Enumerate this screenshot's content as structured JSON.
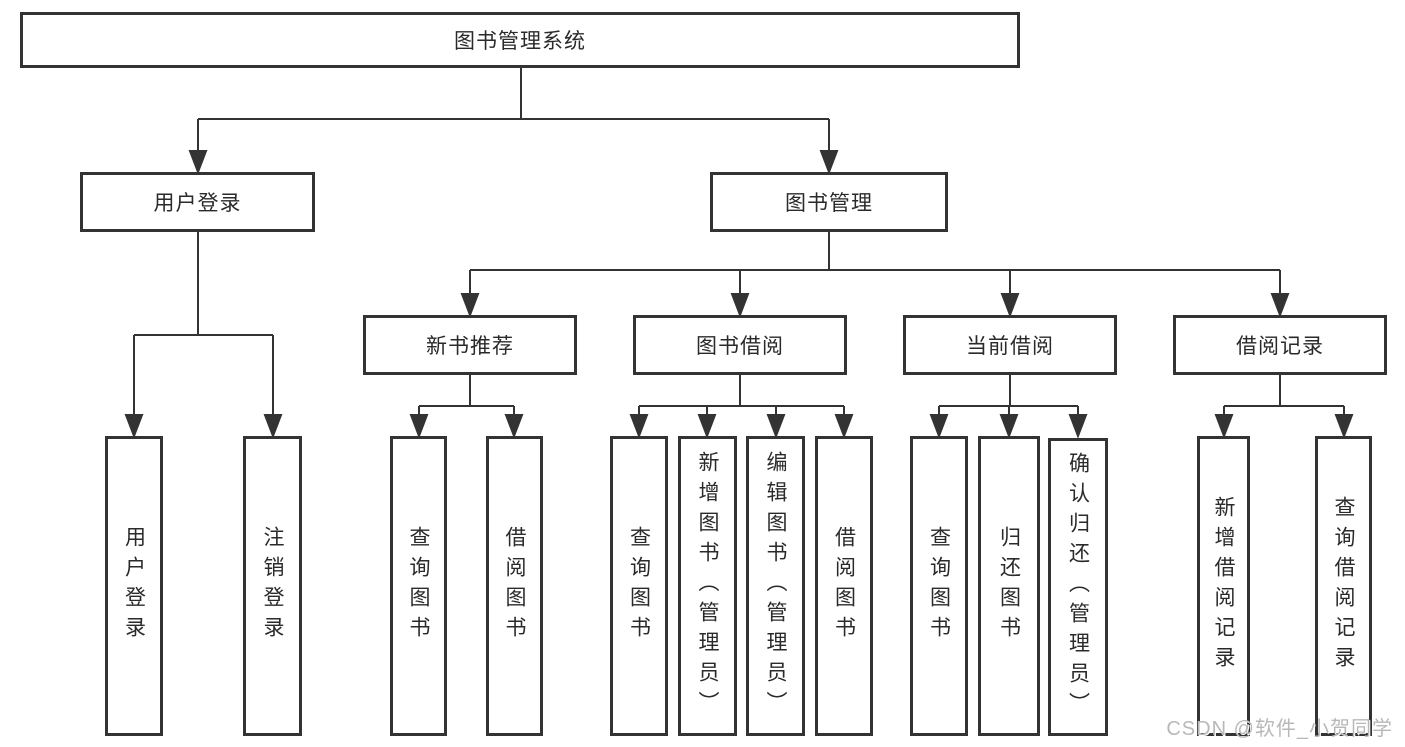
{
  "diagram_type": "hierarchy-tree",
  "nodes": {
    "root": {
      "label": "图书管理系统"
    },
    "level2": [
      {
        "label": "用户登录"
      },
      {
        "label": "图书管理"
      }
    ],
    "level3": [
      {
        "label": "新书推荐",
        "parent": "图书管理"
      },
      {
        "label": "图书借阅",
        "parent": "图书管理"
      },
      {
        "label": "当前借阅",
        "parent": "图书管理"
      },
      {
        "label": "借阅记录",
        "parent": "图书管理"
      }
    ],
    "leaves": [
      {
        "label": "用户登录",
        "parent": "用户登录"
      },
      {
        "label": "注销登录",
        "parent": "用户登录"
      },
      {
        "label": "查询图书",
        "parent": "新书推荐"
      },
      {
        "label": "借阅图书",
        "parent": "新书推荐"
      },
      {
        "label": "查询图书",
        "parent": "图书借阅"
      },
      {
        "label": "新增图书（管理员）",
        "parent": "图书借阅"
      },
      {
        "label": "编辑图书（管理员）",
        "parent": "图书借阅"
      },
      {
        "label": "借阅图书",
        "parent": "图书借阅"
      },
      {
        "label": "查询图书",
        "parent": "当前借阅"
      },
      {
        "label": "归还图书",
        "parent": "当前借阅"
      },
      {
        "label": "确认归还（管理员）",
        "parent": "当前借阅"
      },
      {
        "label": "新增借阅记录",
        "parent": "借阅记录"
      },
      {
        "label": "查询借阅记录",
        "parent": "借阅记录"
      }
    ]
  },
  "watermark": {
    "text": "CSDN @软件_小贺同学"
  },
  "colors": {
    "line": "#333333",
    "box_border": "#333333",
    "text": "#2a2a2a",
    "watermark": "#b8b8b8",
    "background": "#ffffff"
  }
}
